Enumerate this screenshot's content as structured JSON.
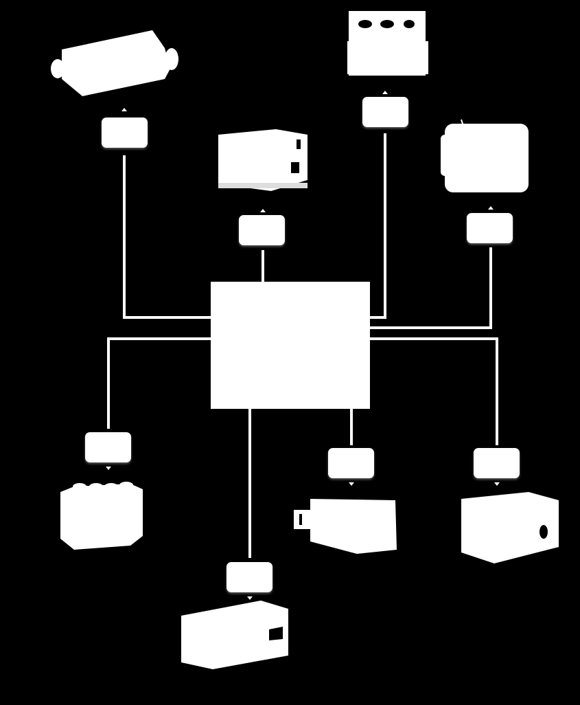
{
  "diagram": {
    "background_color": "#000000",
    "foreground_color": "#ffffff",
    "central_unit": {
      "icon": "central-unit-block"
    },
    "branches": [
      {
        "id": "top-left",
        "device_icon": "cylindrical-unit-icon"
      },
      {
        "id": "top-center",
        "device_icon": "box-unit-icon"
      },
      {
        "id": "top-right",
        "device_icon": "cabinet-unit-icon"
      },
      {
        "id": "right-upper",
        "device_icon": "rounded-cabinet-unit-icon"
      },
      {
        "id": "left-lower",
        "device_icon": "small-cabinet-unit-icon"
      },
      {
        "id": "bottom-center",
        "device_icon": "box-unit-icon"
      },
      {
        "id": "center-lower",
        "device_icon": "boxed-unit-with-port-icon"
      },
      {
        "id": "right-lower",
        "device_icon": "large-box-unit-icon"
      }
    ]
  }
}
